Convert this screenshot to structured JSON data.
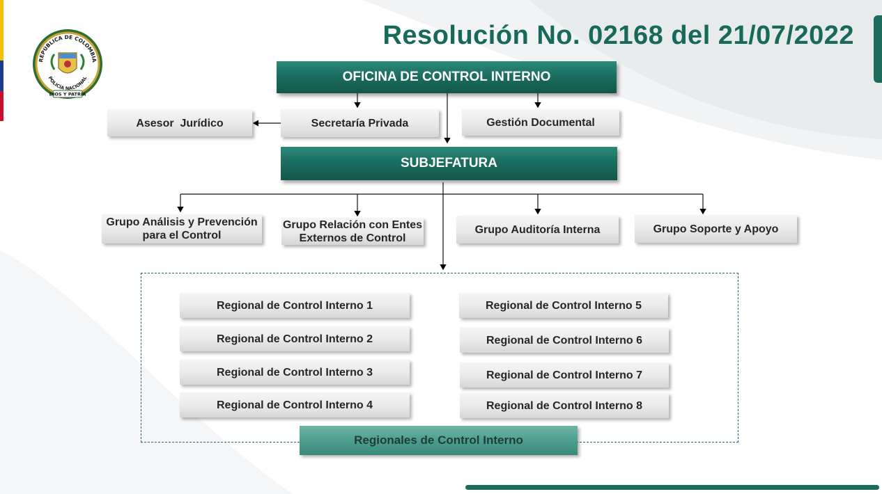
{
  "header": {
    "title": "Resolución No. 02168 del 21/07/2022"
  },
  "seal": {
    "ring_text": "REPÚBLICA DE COLOMBIA",
    "band_text": "POLICÍA NACIONAL",
    "motto": "DIOS Y PATRIA"
  },
  "org": {
    "head": "OFICINA DE CONTROL INTERNO",
    "secretaria": "Secretaría Privada",
    "asesor": "Asesor  Jurídico",
    "gestion": "Gestión Documental",
    "subjefatura": "SUBJEFATURA",
    "groups": {
      "analisis_line1": "Grupo Análisis y Prevención",
      "analisis_line2": "para el Control",
      "relacion_line1": "Grupo Relación con Entes",
      "relacion_line2": "Externos de Control",
      "auditoria": "Grupo Auditoría Interna",
      "soporte": "Grupo Soporte y Apoyo"
    },
    "regionals": [
      "Regional de Control Interno 1",
      "Regional de Control Interno 2",
      "Regional de Control Interno 3",
      "Regional de Control Interno 4",
      "Regional de Control Interno 5",
      "Regional de Control Interno 6",
      "Regional de Control Interno 7",
      "Regional de Control Interno 8"
    ],
    "regionals_label": "Regionales de Control Interno"
  },
  "colors": {
    "brand_teal": "#1c6b5d",
    "flag_yellow": "#f2c200",
    "flag_blue": "#1d3e8f",
    "flag_red": "#c8102e"
  }
}
